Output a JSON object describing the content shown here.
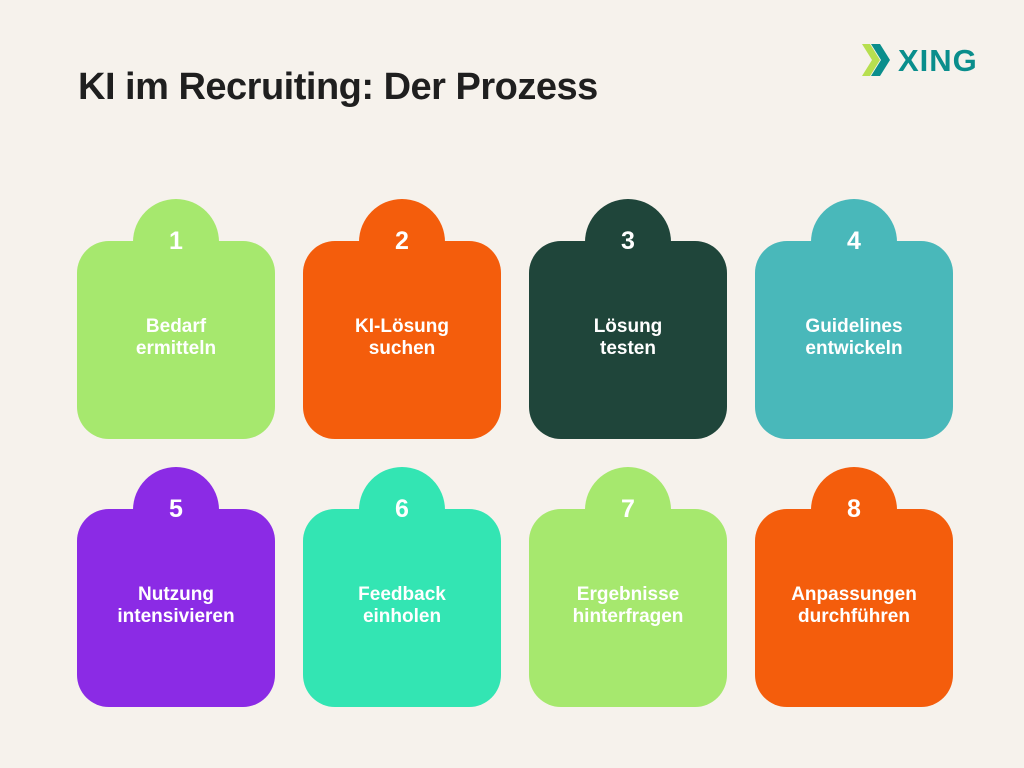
{
  "title": "KI im Recruiting: Der Prozess",
  "logo": {
    "text": "XING",
    "mark_icon": "xing-x-icon",
    "colors": {
      "text": "#0a8e8c",
      "mark_primary": "#0a8e8c",
      "mark_secondary": "#b7df4f"
    }
  },
  "colors": {
    "background": "#f6f2ec",
    "title": "#1f1f1f",
    "step_text": "#ffffff"
  },
  "steps": [
    {
      "number": "1",
      "label_line1": "Bedarf",
      "label_line2": "ermitteln",
      "color": "#a6e86e"
    },
    {
      "number": "2",
      "label_line1": "KI-Lösung",
      "label_line2": "suchen",
      "color": "#f45d0c"
    },
    {
      "number": "3",
      "label_line1": "Lösung",
      "label_line2": "testen",
      "color": "#1f453a"
    },
    {
      "number": "4",
      "label_line1": "Guidelines",
      "label_line2": "entwickeln",
      "color": "#49b8ba"
    },
    {
      "number": "5",
      "label_line1": "Nutzung",
      "label_line2": "intensivieren",
      "color": "#8b2be5"
    },
    {
      "number": "6",
      "label_line1": "Feedback",
      "label_line2": "einholen",
      "color": "#33e5b3"
    },
    {
      "number": "7",
      "label_line1": "Ergebnisse",
      "label_line2": "hinterfragen",
      "color": "#a6e86e"
    },
    {
      "number": "8",
      "label_line1": "Anpassungen",
      "label_line2": "durchführen",
      "color": "#f45d0c"
    }
  ]
}
